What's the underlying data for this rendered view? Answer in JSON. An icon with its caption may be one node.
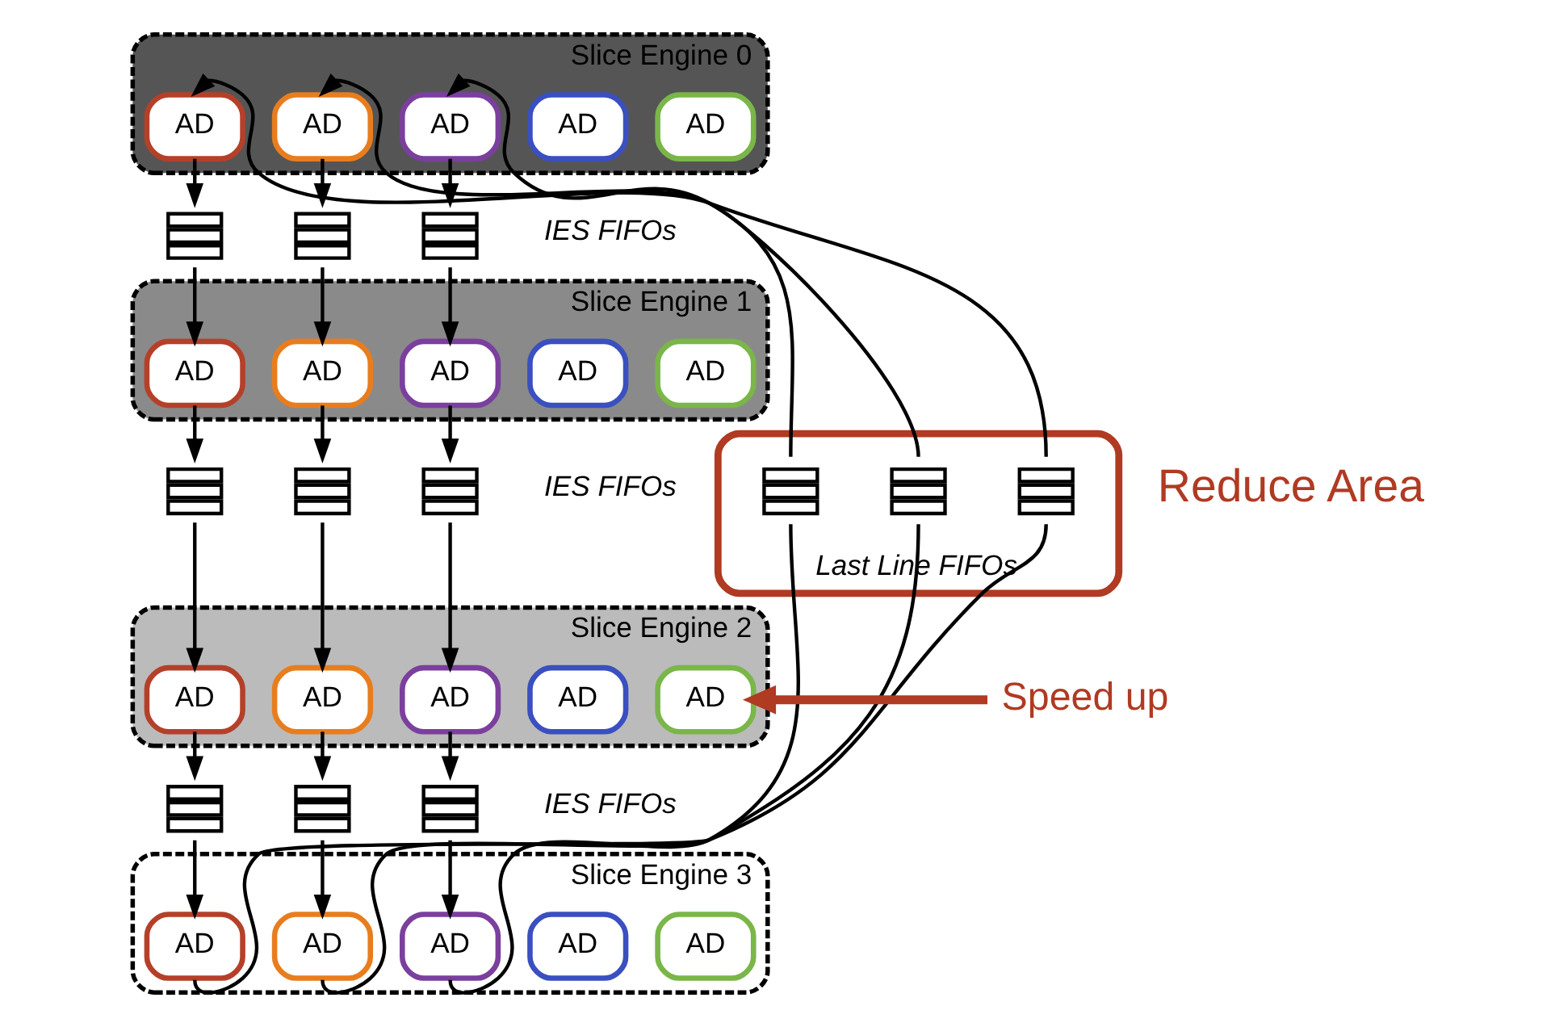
{
  "diagram": {
    "nodes": [
      {
        "text": [
          "Slice Engine 0"
        ]
      },
      {
        "text": [
          "AD"
        ],
        "in": 0
      },
      {
        "text": [
          "AD"
        ],
        "in": 0
      },
      {
        "text": [
          "AD"
        ],
        "in": 0
      },
      {
        "text": [
          "AD"
        ],
        "in": 0
      },
      {
        "text": [
          "AD"
        ],
        "in": 0
      },
      {
        "text": [],
        "shape": "box"
      },
      {
        "text": [],
        "shape": "box"
      },
      {
        "text": [],
        "shape": "box"
      },
      {
        "text": [
          "Slice Engine 1"
        ]
      },
      {
        "text": [
          "AD"
        ],
        "in": 9
      },
      {
        "text": [
          "AD"
        ],
        "in": 9
      },
      {
        "text": [
          "AD"
        ],
        "in": 9
      },
      {
        "text": [
          "AD"
        ],
        "in": 9
      },
      {
        "text": [
          "AD"
        ],
        "in": 9
      },
      {
        "text": [],
        "shape": "box"
      },
      {
        "text": [],
        "shape": "box"
      },
      {
        "text": [],
        "shape": "box"
      },
      {
        "text": [
          "Slice Engine 2"
        ]
      },
      {
        "text": [
          "AD"
        ],
        "in": 18
      },
      {
        "text": [
          "AD"
        ],
        "in": 18
      },
      {
        "text": [
          "AD"
        ],
        "in": 18
      },
      {
        "text": [
          "AD"
        ],
        "in": 18
      },
      {
        "text": [
          "AD"
        ],
        "in": 18
      },
      {
        "text": [],
        "shape": "box"
      },
      {
        "text": [],
        "shape": "box"
      },
      {
        "text": [],
        "shape": "box"
      },
      {
        "text": [
          "Slice Engine 3"
        ]
      },
      {
        "text": [
          "AD"
        ],
        "in": 27
      },
      {
        "text": [
          "AD"
        ],
        "in": 27
      },
      {
        "text": [
          "AD"
        ],
        "in": 27
      },
      {
        "text": [
          "AD"
        ],
        "in": 27
      },
      {
        "text": [
          "AD"
        ],
        "in": 27
      },
      {
        "text": [
          "Last Line FIFOs"
        ],
        "beside": [
          "Reduce Area"
        ]
      },
      {
        "text": [],
        "shape": "box",
        "in": 33
      },
      {
        "text": [],
        "shape": "box",
        "in": 33
      },
      {
        "text": [],
        "shape": "box",
        "in": 33
      },
      {
        "text": [
          "Speed up"
        ]
      }
    ],
    "edges": [
      {
        "from": 1,
        "to": 6,
        "arrow": "to"
      },
      {
        "from": 2,
        "to": 7,
        "arrow": "to"
      },
      {
        "from": 3,
        "to": 8,
        "arrow": "to"
      },
      {
        "from": 6,
        "to": 10,
        "arrow": "to"
      },
      {
        "from": 7,
        "to": 11,
        "arrow": "to"
      },
      {
        "from": 8,
        "to": 12,
        "arrow": "to"
      },
      {
        "from": 10,
        "to": 15,
        "arrow": "to"
      },
      {
        "from": 11,
        "to": 16,
        "arrow": "to"
      },
      {
        "from": 12,
        "to": 17,
        "arrow": "to"
      },
      {
        "from": 15,
        "to": 19,
        "arrow": "to"
      },
      {
        "from": 16,
        "to": 20,
        "arrow": "to"
      },
      {
        "from": 17,
        "to": 21,
        "arrow": "to"
      },
      {
        "from": 19,
        "to": 24,
        "arrow": "to"
      },
      {
        "from": 20,
        "to": 25,
        "arrow": "to"
      },
      {
        "from": 21,
        "to": 26,
        "arrow": "to"
      },
      {
        "from": 24,
        "to": 28,
        "arrow": "to"
      },
      {
        "from": 25,
        "to": 29,
        "arrow": "to"
      },
      {
        "from": 26,
        "to": 30,
        "arrow": "to"
      },
      {
        "from": 30,
        "to": 34,
        "arrow": "none"
      },
      {
        "from": 29,
        "to": 35,
        "arrow": "none"
      },
      {
        "from": 28,
        "to": 36,
        "arrow": "none"
      },
      {
        "from": 34,
        "to": 3,
        "arrow": "to"
      },
      {
        "from": 35,
        "to": 2,
        "arrow": "to"
      },
      {
        "from": 36,
        "to": 1,
        "arrow": "to"
      },
      {
        "from": 37,
        "to": 23,
        "arrow": "to",
        "style": "thick",
        "color": "#b03a22"
      }
    ],
    "labels": [
      "IES FIFOs",
      "IES FIFOs",
      "IES FIFOs"
    ]
  }
}
